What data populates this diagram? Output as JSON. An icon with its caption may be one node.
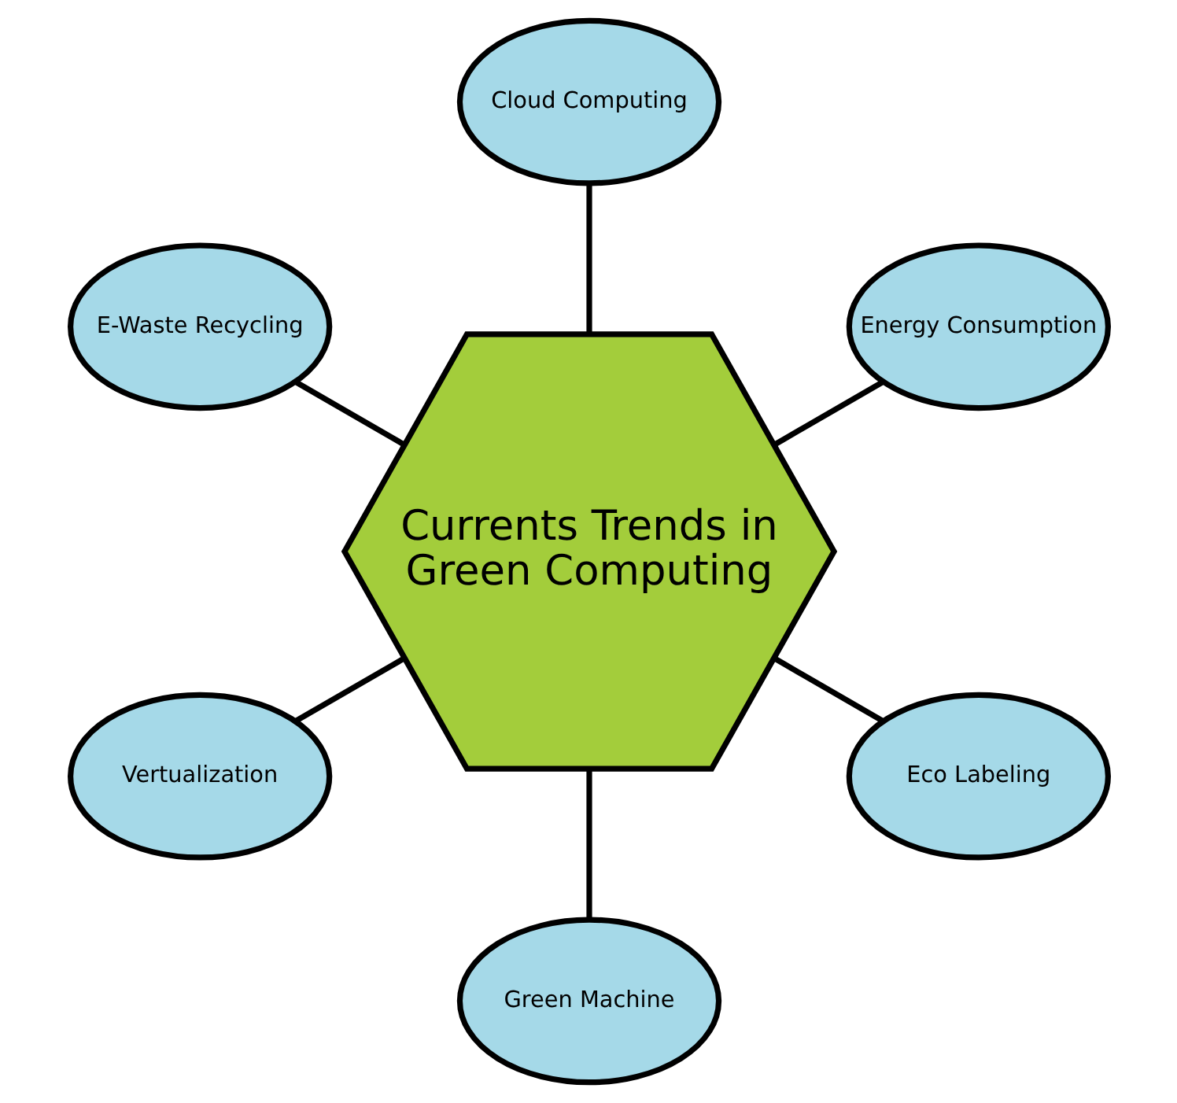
{
  "diagram": {
    "nodes": [
      {
        "text": [
          "Currents Trends in Green Computing"
        ]
      },
      {
        "text": [
          "Energy Consumption"
        ]
      },
      {
        "text": [
          "Cloud Computing"
        ]
      },
      {
        "text": [
          "E-Waste Recycling"
        ]
      },
      {
        "text": [
          "Vertualization"
        ]
      },
      {
        "text": [
          "Green Machine"
        ]
      },
      {
        "text": [
          "Eco Labeling"
        ]
      }
    ],
    "edges": [
      {
        "from": 0,
        "to": 1,
        "arrow": "none"
      },
      {
        "from": 0,
        "to": 2,
        "arrow": "none"
      },
      {
        "from": 0,
        "to": 3,
        "arrow": "none"
      },
      {
        "from": 0,
        "to": 4,
        "arrow": "none"
      },
      {
        "from": 0,
        "to": 5,
        "arrow": "none"
      },
      {
        "from": 0,
        "to": 6,
        "arrow": "none"
      }
    ]
  }
}
